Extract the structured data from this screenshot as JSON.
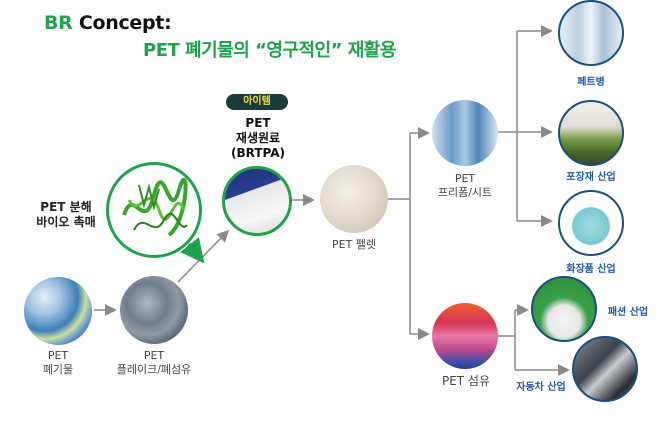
{
  "title": {
    "prefix": "BR",
    "line1_rest": " Concept:",
    "line2": "PET 폐기물의 “영구적인” 재활용"
  },
  "colors": {
    "brand_green": "#1fa14d",
    "badge_bg": "#1d3b3a",
    "badge_text": "#e8e23a",
    "industry_label_blue": "#1f5aa6",
    "arrow_gray": "#8a8a8a",
    "enzyme_green": "#1fa14d",
    "end_use_ring": "#1d4f7a"
  },
  "nodes": {
    "waste": {
      "line1": "PET",
      "line2": "폐기물",
      "icon": "plastic-waste-photo"
    },
    "flake": {
      "line1": "PET",
      "line2": "플레이크/폐섬유",
      "icon": "plastic-flake-photo"
    },
    "enzyme": {
      "line1": "PET 분해",
      "line2": "바이오 촉매",
      "icon": "protein-enzyme-structure"
    },
    "brtpa": {
      "badge": "아이템",
      "line1": "PET",
      "line2": "재생원료",
      "line3": "(BRTPA)",
      "icon": "white-powder-photo"
    },
    "pellet": {
      "label": "PET 펠렛",
      "icon": "pet-pellet-photo"
    },
    "preform": {
      "line1": "PET",
      "line2": "프리폼/시트",
      "icon": "preform-photo"
    },
    "fiber": {
      "label": "PET 섬유",
      "icon": "yarn-photo"
    }
  },
  "end_uses": [
    {
      "label": "페트병",
      "icon": "water-bottles-photo"
    },
    {
      "label": "포장재 산업",
      "icon": "food-packaging-photo"
    },
    {
      "label": "화장품 산업",
      "icon": "cosmetic-jar-photo"
    },
    {
      "label": "패션 산업",
      "icon": "fashion-model-photo"
    },
    {
      "label": "자동차 산업",
      "icon": "car-interior-photo"
    }
  ]
}
